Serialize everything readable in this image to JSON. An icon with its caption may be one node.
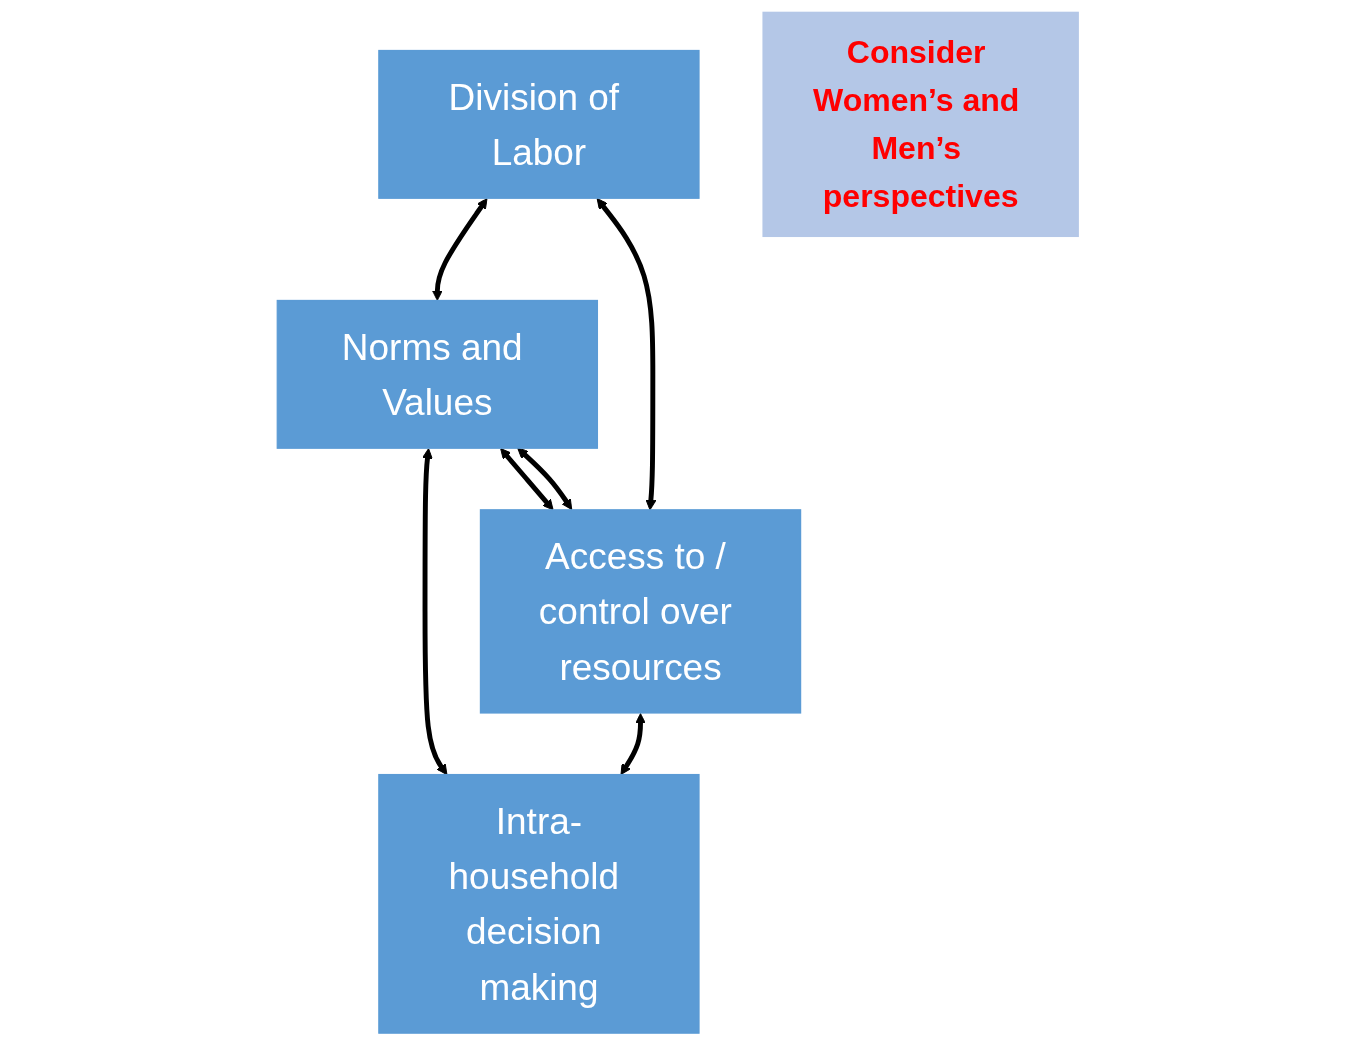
{
  "diagram": {
    "nodes": [
      {
        "text": [
          "Division of Labor"
        ]
      },
      {
        "text": [
          "Norms and Values"
        ]
      },
      {
        "text": [
          "Access to / control over resources"
        ]
      },
      {
        "text": [
          "Intra-household decision making"
        ]
      },
      {
        "text": [
          "Consider Women’s and Men’s perspectives"
        ]
      }
    ],
    "edges": [
      {
        "from": 0,
        "to": 1,
        "arrow": "both"
      },
      {
        "from": 0,
        "to": 2,
        "arrow": "both"
      },
      {
        "from": 1,
        "to": 3,
        "arrow": "both"
      },
      {
        "from": 2,
        "to": 3,
        "arrow": "both"
      },
      {
        "from": 2,
        "to": 1,
        "arrow": "both"
      },
      {
        "from": 1,
        "to": 2,
        "arrow": "both"
      }
    ]
  }
}
